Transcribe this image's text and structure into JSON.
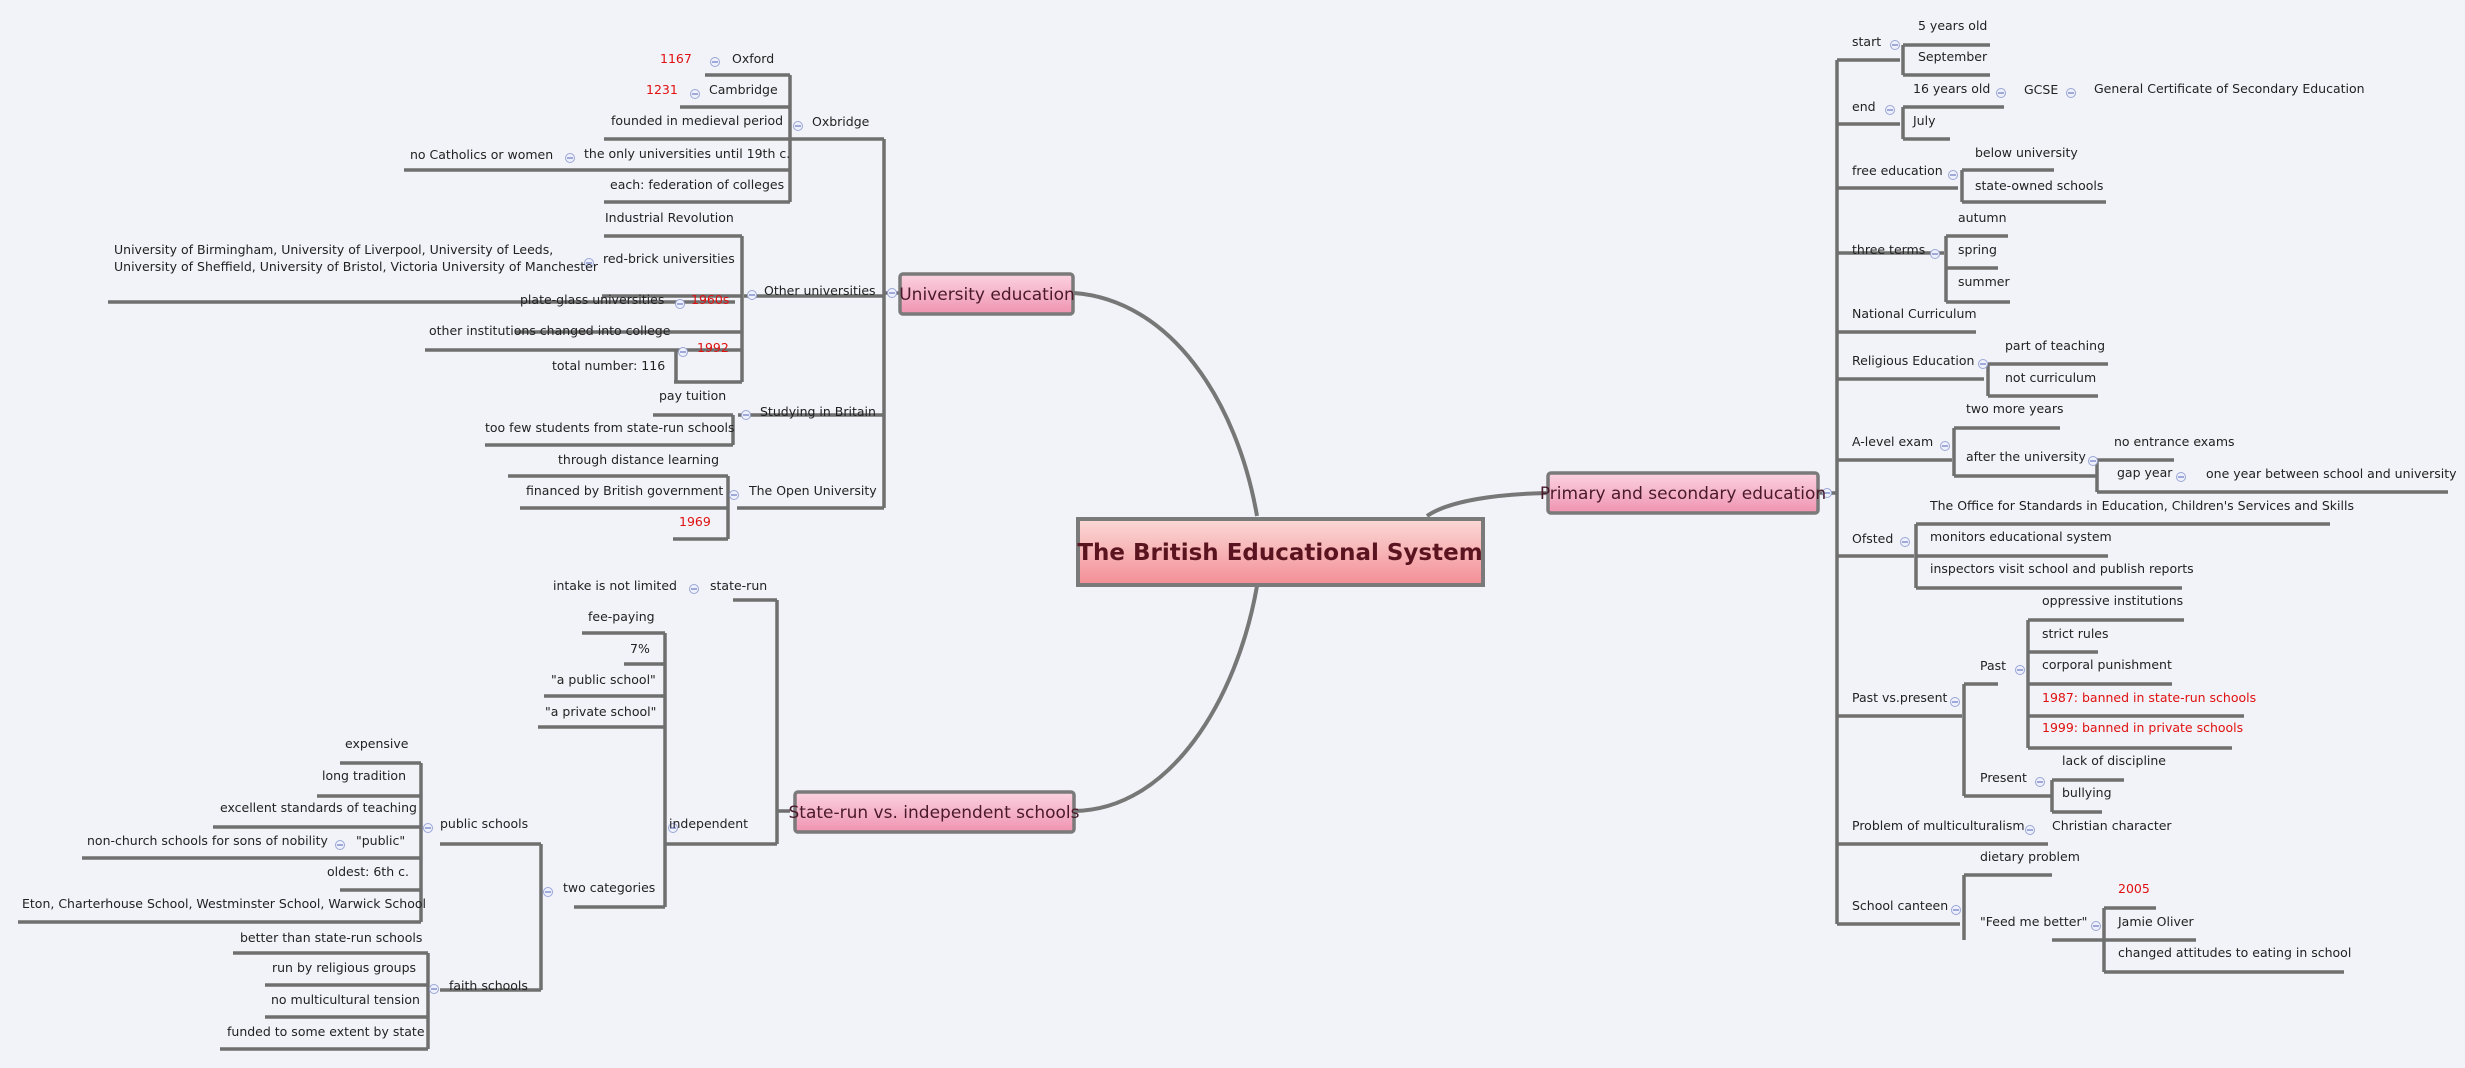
{
  "root": {
    "label": "The British Educational System"
  },
  "main": [
    {
      "label": "University education"
    },
    {
      "label": "State-run vs. independent schools"
    },
    {
      "label": "Primary and secondary education"
    }
  ],
  "nodes": [
    {
      "t": "1167",
      "red": true
    },
    {
      "t": "Oxford"
    },
    {
      "t": "1231",
      "red": true
    },
    {
      "t": "Cambridge"
    },
    {
      "t": "founded in medieval period"
    },
    {
      "t": "Oxbridge"
    },
    {
      "t": "no Catholics or women"
    },
    {
      "t": "the only universities until 19th c."
    },
    {
      "t": "each: federation of colleges"
    },
    {
      "t": "Industrial Revolution"
    },
    {
      "t": "University of Birmingham, University of Liverpool, University of Leeds,"
    },
    {
      "t": "University of Sheffield, University of Bristol, Victoria University of Manchester"
    },
    {
      "t": "red-brick universities"
    },
    {
      "t": "plate-glass universities"
    },
    {
      "t": "1960s",
      "red": true
    },
    {
      "t": "Other universities"
    },
    {
      "t": "other institutions changed into college"
    },
    {
      "t": "1992",
      "red": true
    },
    {
      "t": "total number: 116"
    },
    {
      "t": "pay tuition"
    },
    {
      "t": "Studying in Britain"
    },
    {
      "t": "too few students from state-run schools"
    },
    {
      "t": "through distance learning"
    },
    {
      "t": "financed by British government"
    },
    {
      "t": "The Open University"
    },
    {
      "t": "1969",
      "red": true
    },
    {
      "t": "intake is not limited"
    },
    {
      "t": "state-run"
    },
    {
      "t": "fee-paying"
    },
    {
      "t": "7%"
    },
    {
      "t": "\"a public school\""
    },
    {
      "t": "\"a private school\""
    },
    {
      "t": "expensive"
    },
    {
      "t": "long tradition"
    },
    {
      "t": "excellent standards of teaching"
    },
    {
      "t": "public schools"
    },
    {
      "t": "non-church schools for sons of nobility"
    },
    {
      "t": "\"public\""
    },
    {
      "t": "independent"
    },
    {
      "t": "oldest: 6th c."
    },
    {
      "t": "two categories"
    },
    {
      "t": "Eton, Charterhouse School, Westminster School, Warwick School"
    },
    {
      "t": "better than state-run schools"
    },
    {
      "t": "run by religious groups"
    },
    {
      "t": "faith schools"
    },
    {
      "t": "no multicultural tension"
    },
    {
      "t": "funded to some extent by state"
    },
    {
      "t": "5 years old"
    },
    {
      "t": "start"
    },
    {
      "t": "September"
    },
    {
      "t": "16 years old"
    },
    {
      "t": "GCSE"
    },
    {
      "t": "General Certificate of Secondary Education"
    },
    {
      "t": "end"
    },
    {
      "t": "July"
    },
    {
      "t": "below university"
    },
    {
      "t": "free education"
    },
    {
      "t": "state-owned schools"
    },
    {
      "t": "autumn"
    },
    {
      "t": "three terms"
    },
    {
      "t": "spring"
    },
    {
      "t": "summer"
    },
    {
      "t": "National Curriculum"
    },
    {
      "t": "part of teaching"
    },
    {
      "t": "Religious Education"
    },
    {
      "t": "not curriculum"
    },
    {
      "t": "two more years"
    },
    {
      "t": "no entrance exams"
    },
    {
      "t": "A-level exam"
    },
    {
      "t": "after the university"
    },
    {
      "t": "gap year"
    },
    {
      "t": "one year between school and university"
    },
    {
      "t": "The Office for Standards in Education, Children's Services and Skills"
    },
    {
      "t": "Ofsted"
    },
    {
      "t": "monitors educational system"
    },
    {
      "t": "inspectors visit school and publish reports"
    },
    {
      "t": "oppressive institutions"
    },
    {
      "t": "strict rules"
    },
    {
      "t": "Past"
    },
    {
      "t": "corporal punishment"
    },
    {
      "t": "Past vs.present"
    },
    {
      "t": "1987: banned in state-run schools",
      "red": true
    },
    {
      "t": "1999: banned in private schools",
      "red": true
    },
    {
      "t": "lack of discipline"
    },
    {
      "t": "Present"
    },
    {
      "t": "bullying"
    },
    {
      "t": "Problem of multiculturalism"
    },
    {
      "t": "Christian character"
    },
    {
      "t": "dietary problem"
    },
    {
      "t": "2005",
      "red": true
    },
    {
      "t": "School canteen"
    },
    {
      "t": "\"Feed me better\""
    },
    {
      "t": "Jamie Oliver"
    },
    {
      "t": "changed attitudes to eating in school"
    }
  ],
  "colors": {
    "background": "#f2f3f8",
    "red_text": "#e01010",
    "line": "#6f6f6f",
    "topic_fill": "#f4a9be",
    "root_fill": "#f6a0a4"
  }
}
